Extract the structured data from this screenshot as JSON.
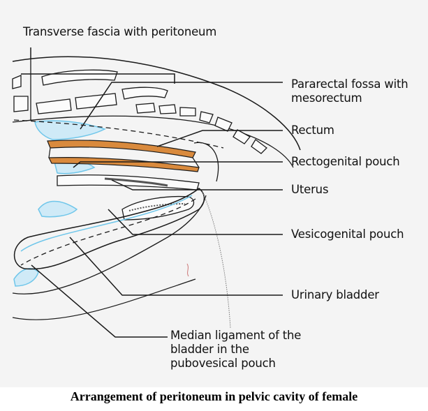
{
  "diagram": {
    "labels": {
      "transverse_fascia": "Transverse fascia with peritoneum",
      "pararectal_fossa_line1": "Pararectal fossa with",
      "pararectal_fossa_line2": "mesorectum",
      "rectum": "Rectum",
      "rectogenital_pouch": "Rectogenital pouch",
      "uterus": "Uterus",
      "vesicogenital_pouch": "Vesicogenital pouch",
      "urinary_bladder": "Urinary bladder",
      "median_ligament_line1": "Median ligament of the",
      "median_ligament_line2": "bladder in the",
      "median_ligament_line3": "pubovesical pouch"
    },
    "colors": {
      "peritoneum": "#6fc6ea",
      "rectum": "#c9742b",
      "outline": "#1a1a1a",
      "background": "#f4f4f4"
    }
  },
  "caption": "Arrangement of peritoneum in pelvic cavity of female"
}
